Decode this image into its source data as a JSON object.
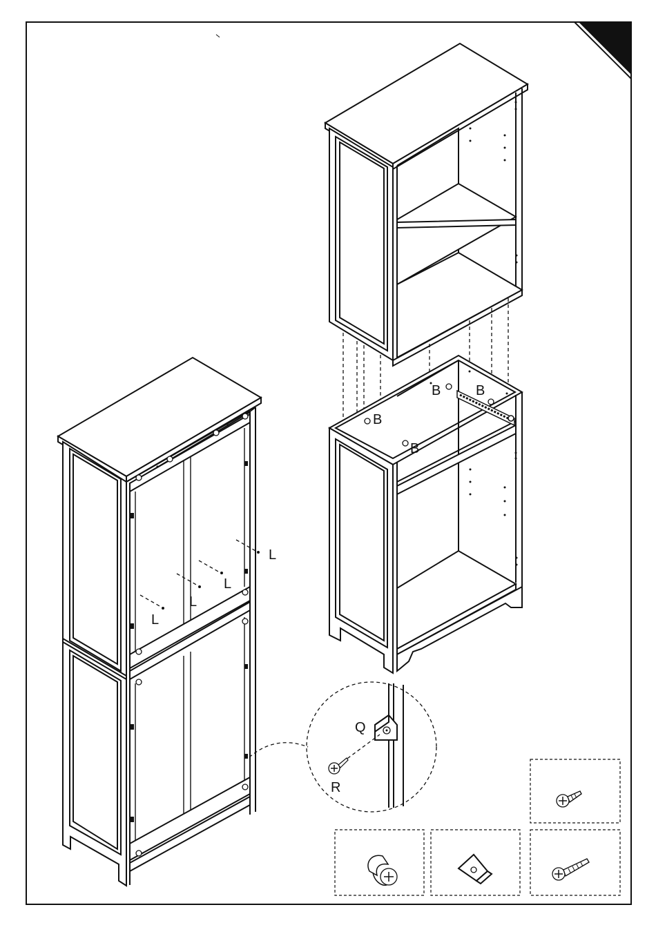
{
  "labels": {
    "L": "L",
    "B": "B",
    "Q": "Q",
    "R": "R"
  },
  "colors": {
    "line": "#111111",
    "background": "#ffffff",
    "corner_tab": "#111111"
  },
  "icons": [
    "screw-icon",
    "cam-lock-icon",
    "shelf-bracket-icon",
    "long-screw-icon"
  ]
}
